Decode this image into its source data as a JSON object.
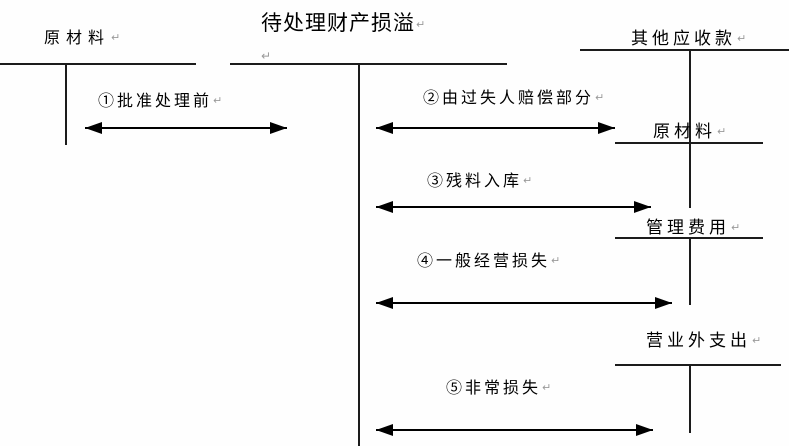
{
  "labels": {
    "account_raw_materials_left": "原材料",
    "account_pending_property": "待处理财产损溢",
    "account_other_receivables": "其他应收款",
    "account_raw_materials_right": "原材料",
    "account_admin_expense": "管理费用",
    "account_non_operating_expense": "营业外支出",
    "flow1": "①批准处理前",
    "flow2": "②由过失人赔偿部分",
    "flow3": "③残料入库",
    "flow4": "④一般经营损失",
    "flow5": "⑤非常损失"
  },
  "marks": {
    "paragraph": "↵"
  },
  "colors": {
    "line": "#1c1c1c",
    "arrow": "#000000",
    "text": "#000000",
    "paragraph_mark": "#9a9a9a",
    "background": "#fefefe"
  }
}
